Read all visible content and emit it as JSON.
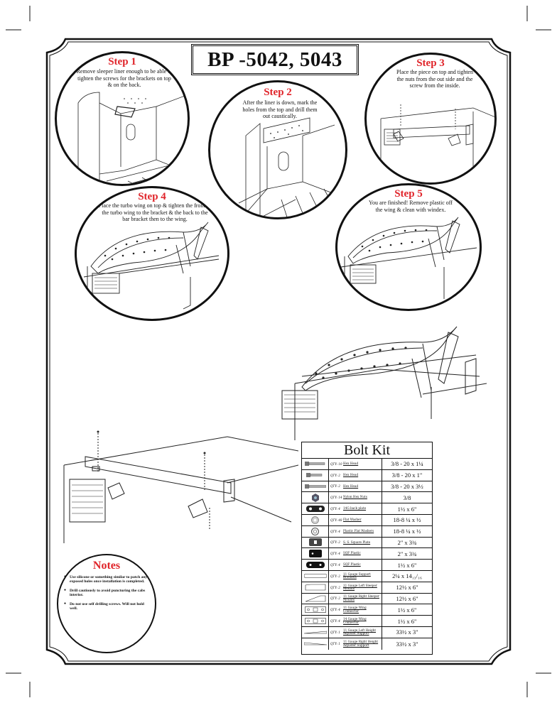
{
  "document": {
    "title": "BP -5042, 5043"
  },
  "steps": [
    {
      "title": "Step 1",
      "text": "Remove sleeper liner enough to be able to tighten the screws for the brackets on top & on the back."
    },
    {
      "title": "Step 2",
      "text": "After the liner is down, mark the holes from the top and drill them out caustically."
    },
    {
      "title": "Step 3",
      "text": "Place the piece on top and tighten the nuts from the out side and the screw from the inside."
    },
    {
      "title": "Step 4",
      "text": "Place the turbo wing on top & tighten the front of the turbo wing to the bracket & the back to the bar bracket then to the wing."
    },
    {
      "title": "Step 5",
      "text": "You are finished! Remove plastic off the wing & clean with windex."
    }
  ],
  "bolt_kit": {
    "title": "Bolt Kit",
    "rows": [
      {
        "icon": "hex-bolt-icon",
        "qty": "QTY: 10",
        "name": "Hex Head",
        "size": "3/8 - 20 x 1¼"
      },
      {
        "icon": "hex-bolt-short-icon",
        "qty": "QTY: 2",
        "name": "Hex Head",
        "size": "3/8 - 20 x 1\""
      },
      {
        "icon": "hex-bolt-long-icon",
        "qty": "QTY: 2",
        "name": "Hex Head",
        "size": "3/8 - 20 x 3½"
      },
      {
        "icon": "hex-nut-icon",
        "qty": "QTY: 14",
        "name": "Nylon Hex Nuts",
        "size": "3/8"
      },
      {
        "icon": "back-plate-icon",
        "qty": "QTY: 4",
        "name": "14G back plate",
        "size": "1½ x 6\""
      },
      {
        "icon": "flat-washer-icon",
        "qty": "QTY: 48",
        "name": "Flat Washer",
        "size": "18-8 ¼ x ½"
      },
      {
        "icon": "plastic-washer-icon",
        "qty": "QTY: 4",
        "name": "Plastic Flat Washers",
        "size": "18-8 ¼ x ½"
      },
      {
        "icon": "square-plate-icon",
        "qty": "QTY: 2",
        "name": "S. S. Square Plate",
        "size": "2\" x 3¾"
      },
      {
        "icon": "sqf-plastic-square-icon",
        "qty": "QTY: 4",
        "name": "SQF Plastic",
        "size": "2\" x 3¾"
      },
      {
        "icon": "sqf-plastic-long-icon",
        "qty": "QTY: 4",
        "name": "SQF Plastic",
        "size": "1½ x 6\""
      },
      {
        "icon": "support-bracket-icon",
        "qty": "QTY: 2",
        "name": "11 Gauge Support Brackets",
        "size": "2¼ x 14₁₃/₁₆"
      },
      {
        "icon": "left-sleeper-mount-icon",
        "qty": "QTY: 2",
        "name": "11 Gauge Left Sleeper Mounts",
        "size": "12½ x 6\""
      },
      {
        "icon": "right-sleeper-mount-icon",
        "qty": "QTY: 2",
        "name": "11 Gauge Right Sleeper Mounts",
        "size": "12½ x 6\""
      },
      {
        "icon": "wing-connector-icon",
        "qty": "QTY: 4",
        "name": "11 Gauge Wing Connector",
        "size": "1½ x 6\""
      },
      {
        "icon": "wing-connector-alt-icon",
        "qty": "QTY: 4",
        "name": "14 Gauge Wing Connector",
        "size": "1½ x 6\""
      },
      {
        "icon": "left-height-adjuster-icon",
        "qty": "QTY: 1",
        "name": "11 Gauge Left Height Adjuster Support",
        "size": "33½ x 3\""
      },
      {
        "icon": "right-height-adjuster-icon",
        "qty": "QTY: 1",
        "name": "11 Gauge Right Height Adjuster Support",
        "size": "33½ x 3\""
      }
    ]
  },
  "notes": {
    "title": "Notes",
    "items": [
      "Use silicone or something similar to patch any exposed holes once installation is completed.",
      "Drill cautiously to avoid puncturing the cabs interior.",
      "Do not use self drilling screws. Will not hold well."
    ]
  }
}
